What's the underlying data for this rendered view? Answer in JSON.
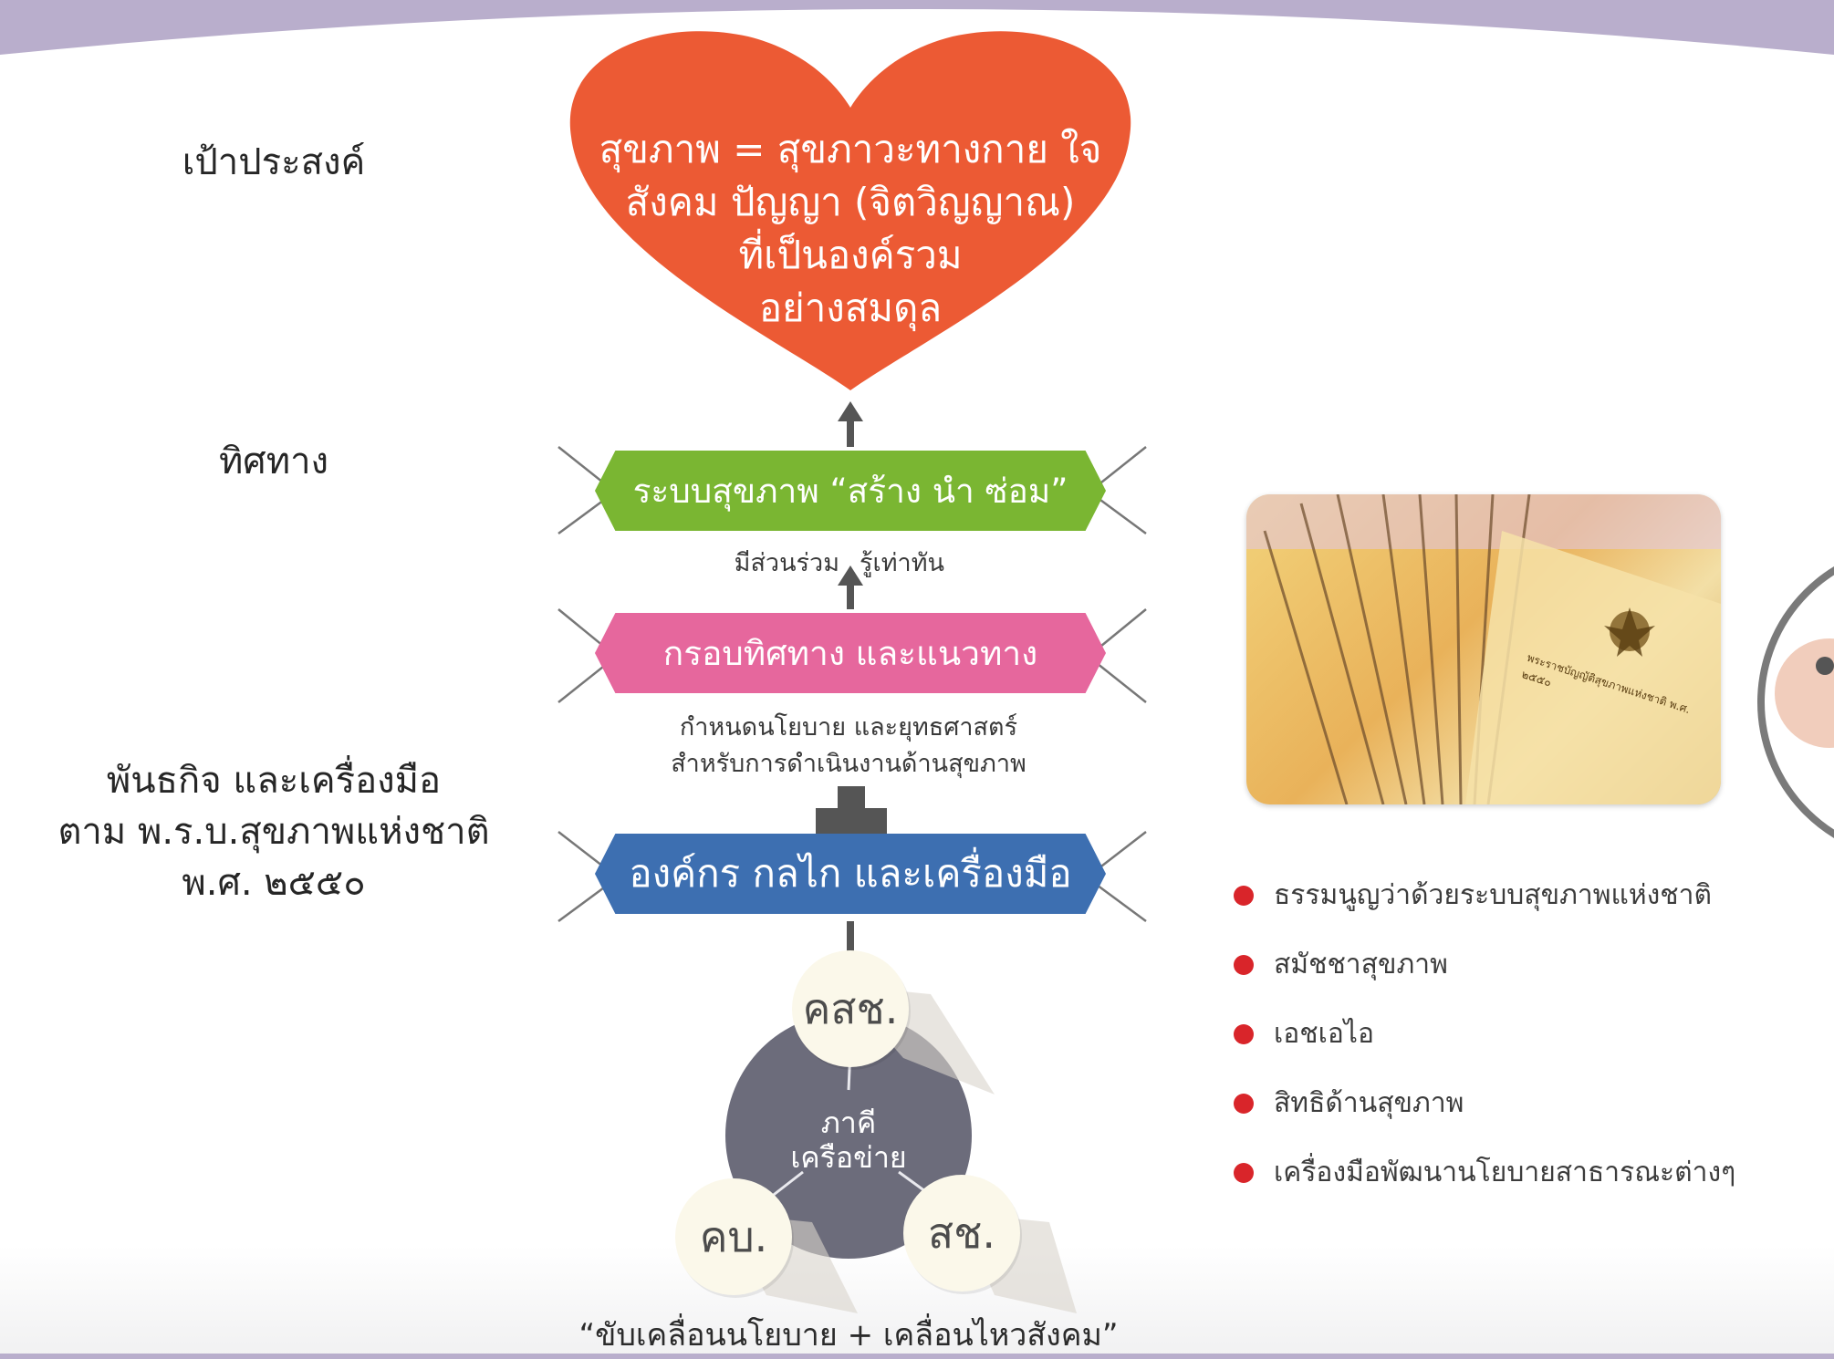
{
  "labels": {
    "goal": "เป้าประสงค์",
    "direction": "ทิศทาง",
    "mission_line1": "พันธกิจ และเครื่องมือ",
    "mission_line2": "ตาม พ.ร.บ.สุขภาพแห่งชาติ",
    "mission_line3": "พ.ศ. ๒๕๕๐"
  },
  "heart": {
    "line1": "สุขภาพ = สุขภาวะทางกาย ใจ",
    "line2": "สังคม ปัญญา (จิตวิญญาณ)",
    "line3": "ที่เป็นองค์รวม",
    "line4": "อย่างสมดุล",
    "color": "#ec5a34"
  },
  "tags": {
    "health_system": "ระบบสุขภาพ “สร้าง นำ ซ่อม”",
    "framework": "กรอบทิศทาง และแนวทาง",
    "organization": "องค์กร กลไก และเครื่องมือ"
  },
  "tag_colors": {
    "green": "#7ab632",
    "pink": "#e6679d",
    "blue": "#3d6fb1"
  },
  "notes": {
    "participate": "มีส่วนร่วม",
    "aware": "รู้เท่าทัน",
    "policy_line1": "กำหนดนโยบาย และยุทธศาสตร์",
    "policy_line2": "สำหรับการดำเนินงานด้านสุขภาพ"
  },
  "network": {
    "center_line1": "ภาคี",
    "center_line2": "เครือข่าย",
    "node_top": "คสช.",
    "node_left": "คบ.",
    "node_right": "สช."
  },
  "slogan": "“ขับเคลื่อนนโยบาย + เคลื่อนไหวสังคม”",
  "tools": [
    "ธรรมนูญว่าด้วยระบบสุขภาพแห่งชาติ",
    "สมัชชาสุขภาพ",
    "เอชเอไอ",
    "สิทธิด้านสุขภาพ",
    "เครื่องมือพัฒนานโยบายสาธารณะต่างๆ"
  ],
  "book_cover_text": "พระราชบัญญัติสุขภาพแห่งชาติ พ.ศ. ๒๕๕๐"
}
